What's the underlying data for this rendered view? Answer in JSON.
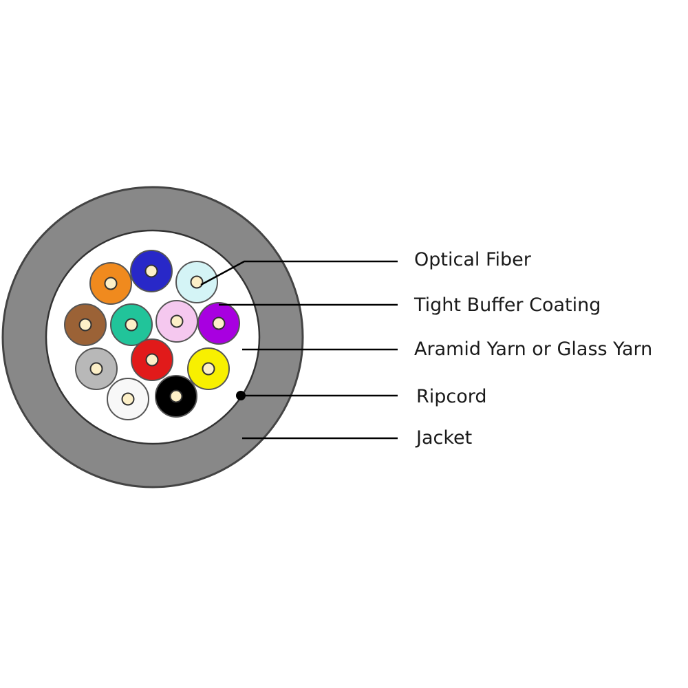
{
  "diagram": {
    "colors": {
      "jacket": "#888888",
      "jacket_outline": "#444444",
      "yarn_fill": "#ffffff",
      "core": "#fdf0c8",
      "ripcord": "#000000",
      "leader": "#000000"
    },
    "fibers": [
      {
        "id": "orange",
        "color": "#f08a1e"
      },
      {
        "id": "blue",
        "color": "#2828c8"
      },
      {
        "id": "aqua",
        "color": "#d4f4f6"
      },
      {
        "id": "brown",
        "color": "#9b6236"
      },
      {
        "id": "green",
        "color": "#21c49a"
      },
      {
        "id": "rose",
        "color": "#f5c8ef"
      },
      {
        "id": "violet",
        "color": "#a800e0"
      },
      {
        "id": "slate",
        "color": "#b8b8b8"
      },
      {
        "id": "red",
        "color": "#e11a1a"
      },
      {
        "id": "yellow",
        "color": "#f8f000"
      },
      {
        "id": "white",
        "color": "#f8f8f8"
      },
      {
        "id": "black",
        "color": "#000000"
      }
    ],
    "labels": {
      "optical_fiber": "Optical Fiber",
      "tight_buffer": "Tight Buffer Coating",
      "yarn": "Aramid Yarn or Glass Yarn",
      "ripcord": "Ripcord",
      "jacket": "Jacket"
    }
  }
}
